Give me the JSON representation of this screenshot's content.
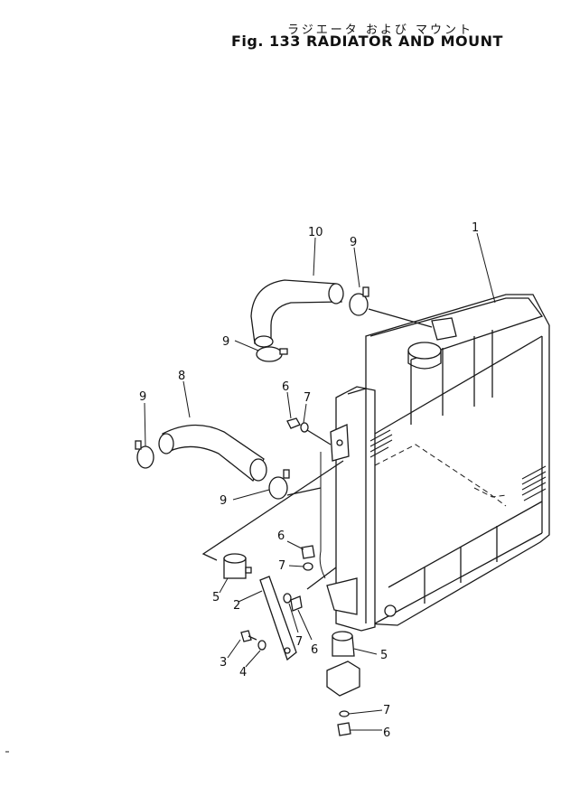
{
  "header": {
    "japanese_title": "ラジエータ および マウント",
    "figure_title": "Fig. 133  RADIATOR AND MOUNT"
  },
  "callouts": {
    "c1": "1",
    "c10": "10",
    "c9a": "9",
    "c9b": "9",
    "c9c": "9",
    "c9d": "9",
    "c8": "8",
    "c6a": "6",
    "c7a": "7",
    "c6b": "6",
    "c7b": "7",
    "c5a": "5",
    "c2": "2",
    "c7c": "7",
    "c6c": "6",
    "c3": "3",
    "c4": "4",
    "c5b": "5",
    "c7d": "7",
    "c6d": "6"
  }
}
